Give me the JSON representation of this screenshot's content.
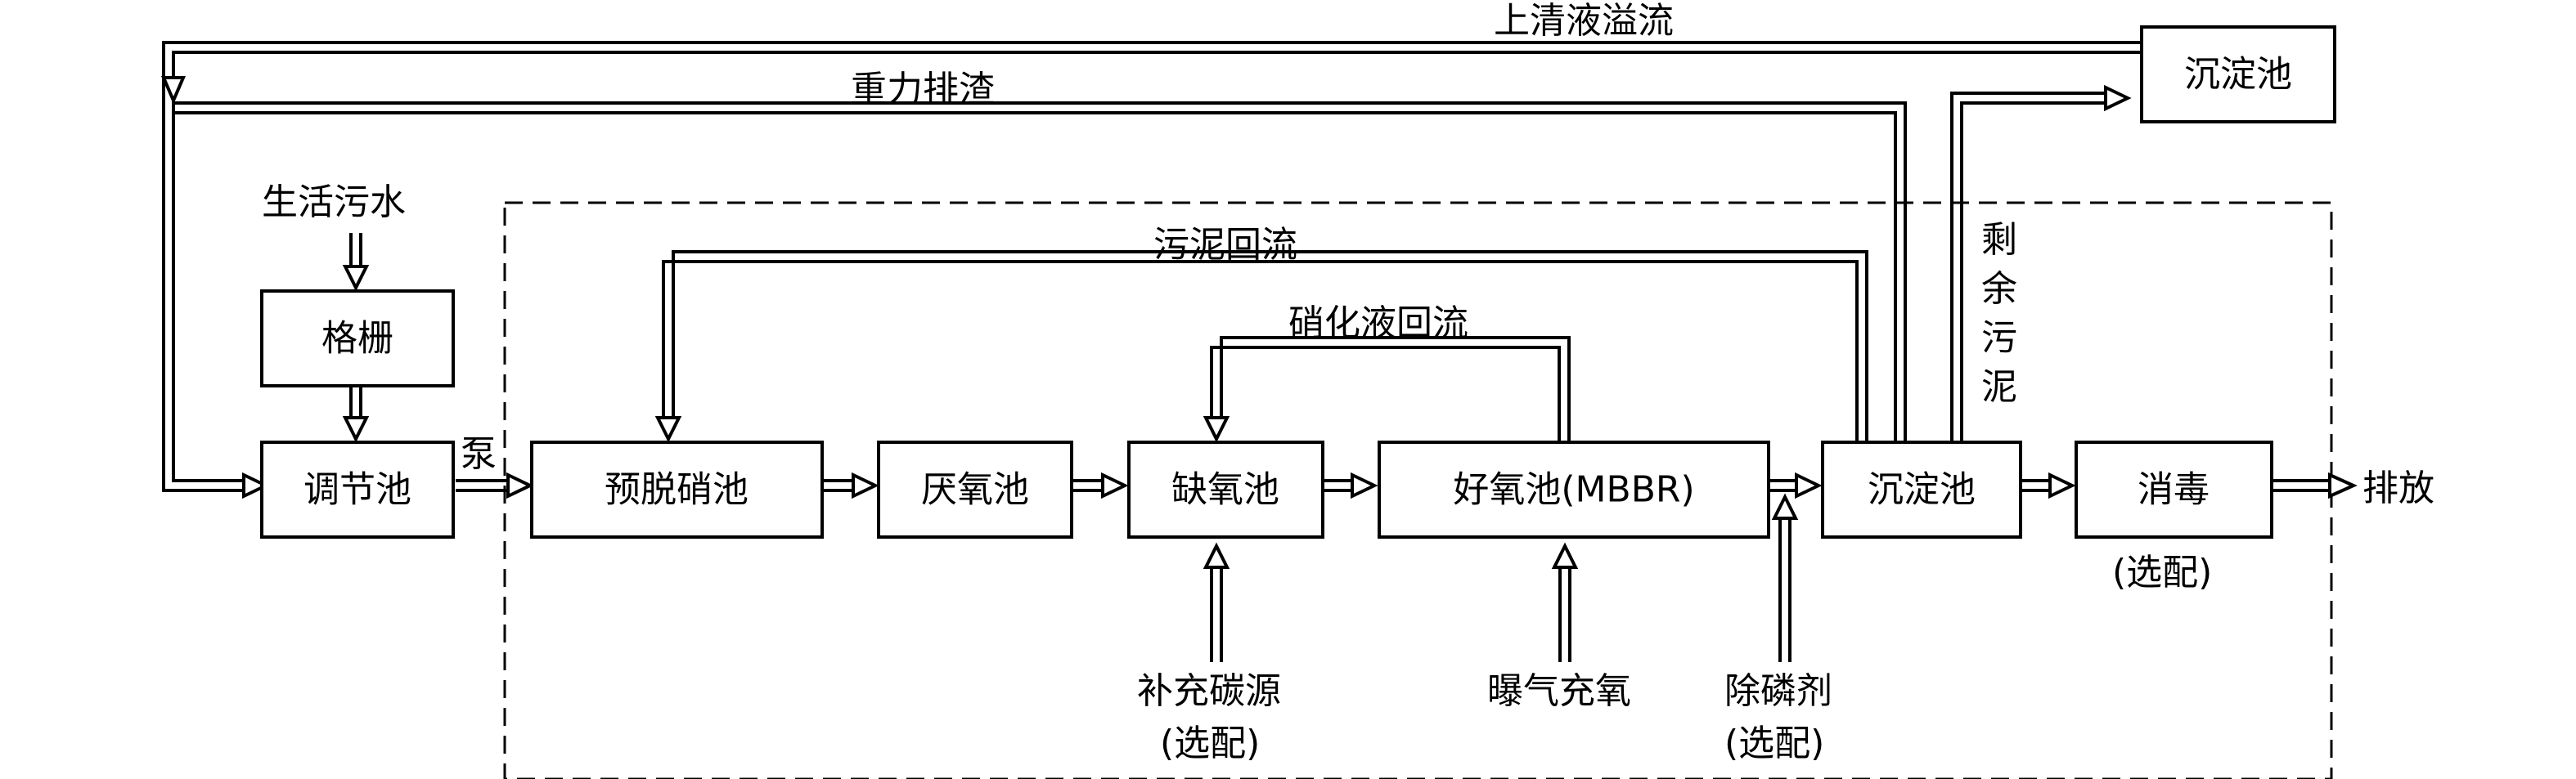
{
  "boxes": {
    "grille": "格栅",
    "equalization": "调节池",
    "pre_denitrification": "预脱硝池",
    "anaerobic": "厌氧池",
    "anoxic": "缺氧池",
    "aerobic": "好氧池(MBBR)",
    "sedimentation": "沉淀池",
    "top_sedimentation": "沉淀池",
    "disinfection": "消毒"
  },
  "labels": {
    "domestic_sewage": "生活污水",
    "pump": "泵",
    "supernatant_overflow": "上清液溢流",
    "gravity_slag": "重力排渣",
    "sludge_return": "污泥回流",
    "nitrate_return": "硝化液回流",
    "excess_sludge": [
      "剩",
      "余",
      "污",
      "泥"
    ],
    "discharge": "排放",
    "disinfection_optional": "(选配)",
    "carbon_source": "补充碳源",
    "carbon_optional": "(选配)",
    "aeration": "曝气充氧",
    "phosphorus_removal": "除磷剂",
    "phosphorus_optional": "(选配)"
  }
}
